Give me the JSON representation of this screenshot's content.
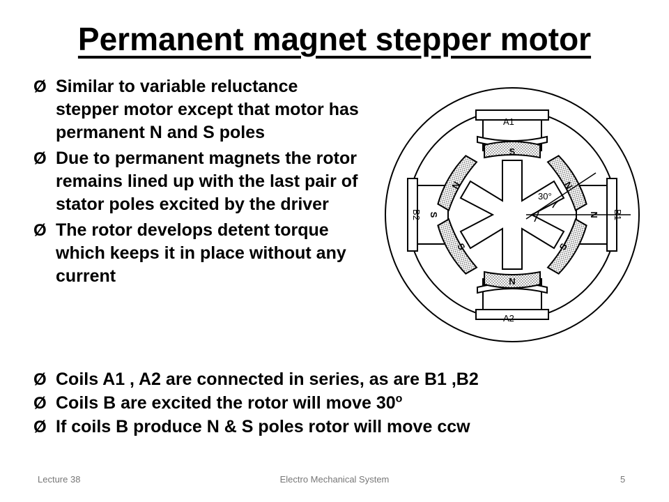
{
  "slide": {
    "title": "Permanent magnet stepper motor",
    "bullets_top": [
      "Similar to variable reluctance stepper motor except that motor has permanent N and S poles",
      "Due to permanent magnets the rotor remains lined up with the last pair of stator poles excited by the driver",
      "The rotor develops detent torque which keeps it in place without any current"
    ],
    "bullets_bottom": [
      "Coils A1 , A2 are connected in series, as are B1 ,B2",
      "Coils B are excited the rotor will move 30",
      "If coils B produce N & S poles rotor will move ccw"
    ],
    "degree_superscript": "o",
    "bullet_marker": "Ø"
  },
  "diagram": {
    "stator_labels": {
      "a1": "A1",
      "a2": "A2",
      "b1": "B1",
      "b2": "B2"
    },
    "pole_letters": {
      "top": "S",
      "bottom": "N",
      "upper_left": "N",
      "upper_right": "N",
      "lower_left": "S",
      "lower_right": "S",
      "left_stator": "S",
      "right_stator": "N"
    },
    "angle_label": "30°"
  },
  "footer": {
    "left": "Lecture 38",
    "center": "Electro Mechanical System",
    "right": "5"
  }
}
